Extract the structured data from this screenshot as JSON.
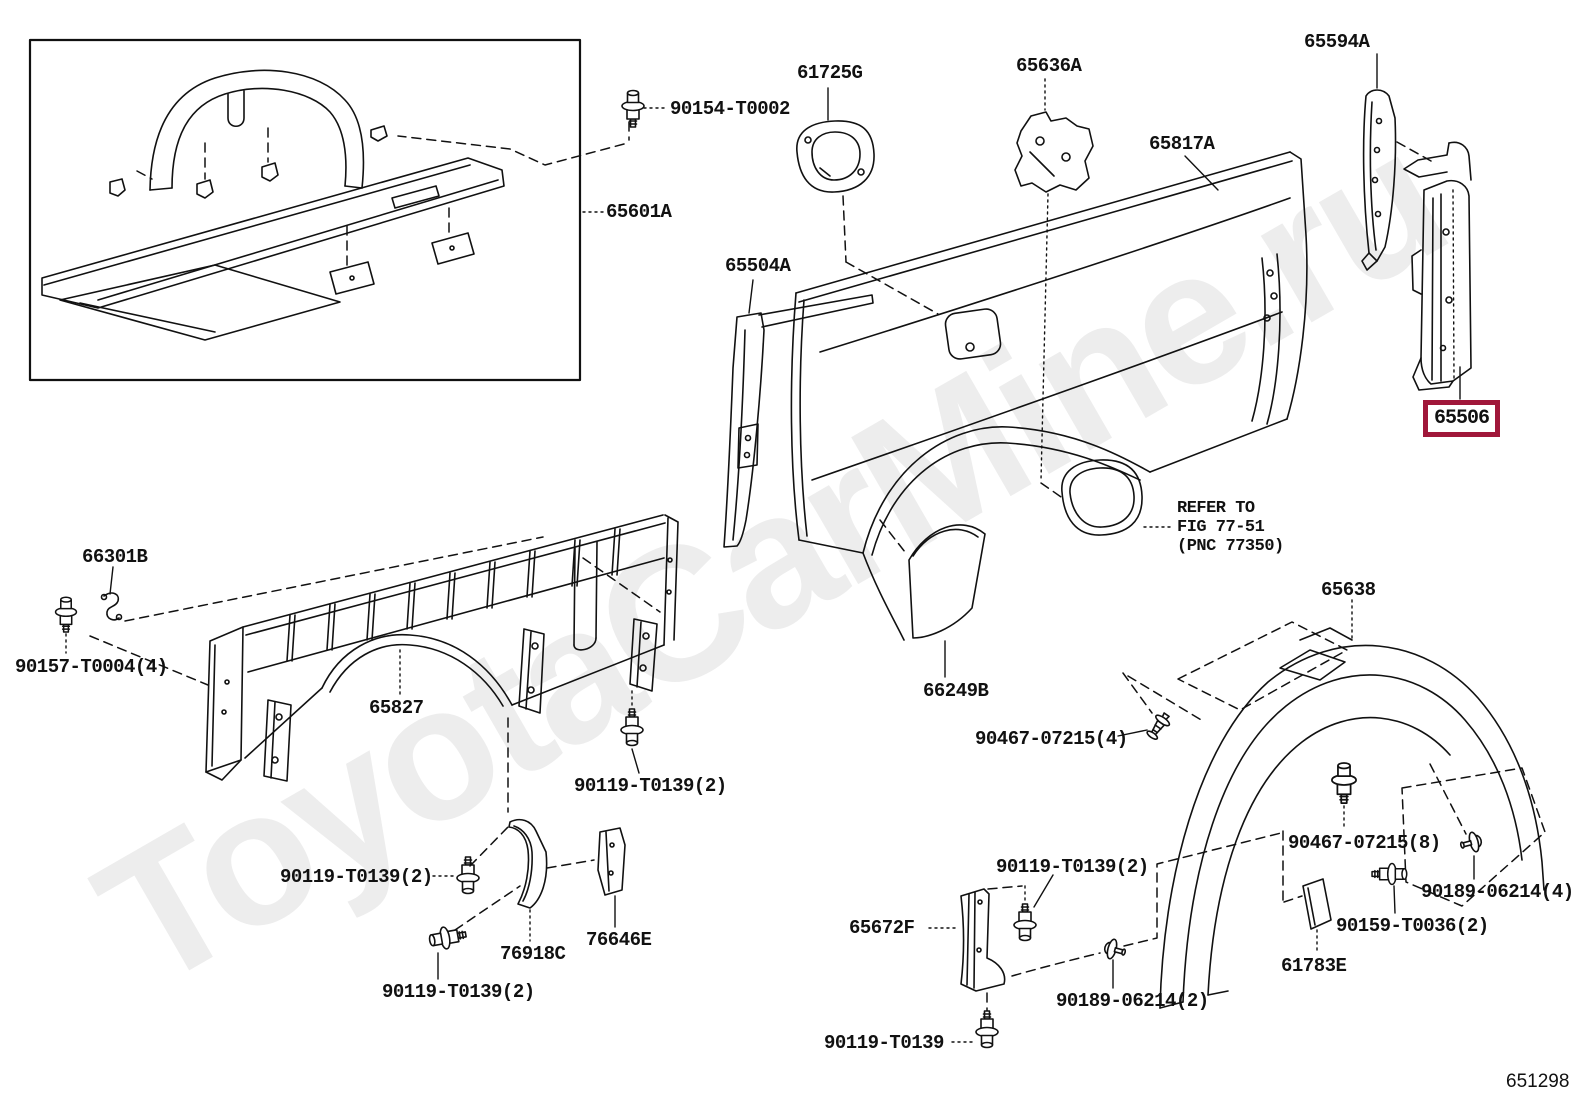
{
  "watermark": {
    "text": "ToyotaCarMine.ru",
    "color": "#ededed"
  },
  "figure_code": "651298",
  "highlight": {
    "part": "65506",
    "box_color": "#a0173a"
  },
  "note": {
    "text": "REFER TO\nFIG 77-51\n(PNC 77350)"
  },
  "labels": {
    "p65601A": "65601A",
    "w90154": "90154-T0002",
    "p61725G": "61725G",
    "p65636A": "65636A",
    "p65817A": "65817A",
    "p65594A": "65594A",
    "p65504A": "65504A",
    "p65506": "65506",
    "p66249B": "66249B",
    "p65638": "65638",
    "p66301B": "66301B",
    "w90157": "90157-T0004(4)",
    "p65827": "65827",
    "w90119_center": "90119-T0139(2)",
    "w90119_left_upper": "90119-T0139(2)",
    "w90119_left_lower": "90119-T0139(2)",
    "p76918C": "76918C",
    "p76646E": "76646E",
    "w90467_4": "90467-07215(4)",
    "w90467_8": "90467-07215(8)",
    "w90189_4": "90189-06214(4)",
    "w90159": "90159-T0036(2)",
    "p61783E": "61783E",
    "p65672F": "65672F",
    "w90119_right": "90119-T0139(2)",
    "w90189_2": "90189-06214(2)",
    "w90119_bottom": "90119-T0139"
  }
}
